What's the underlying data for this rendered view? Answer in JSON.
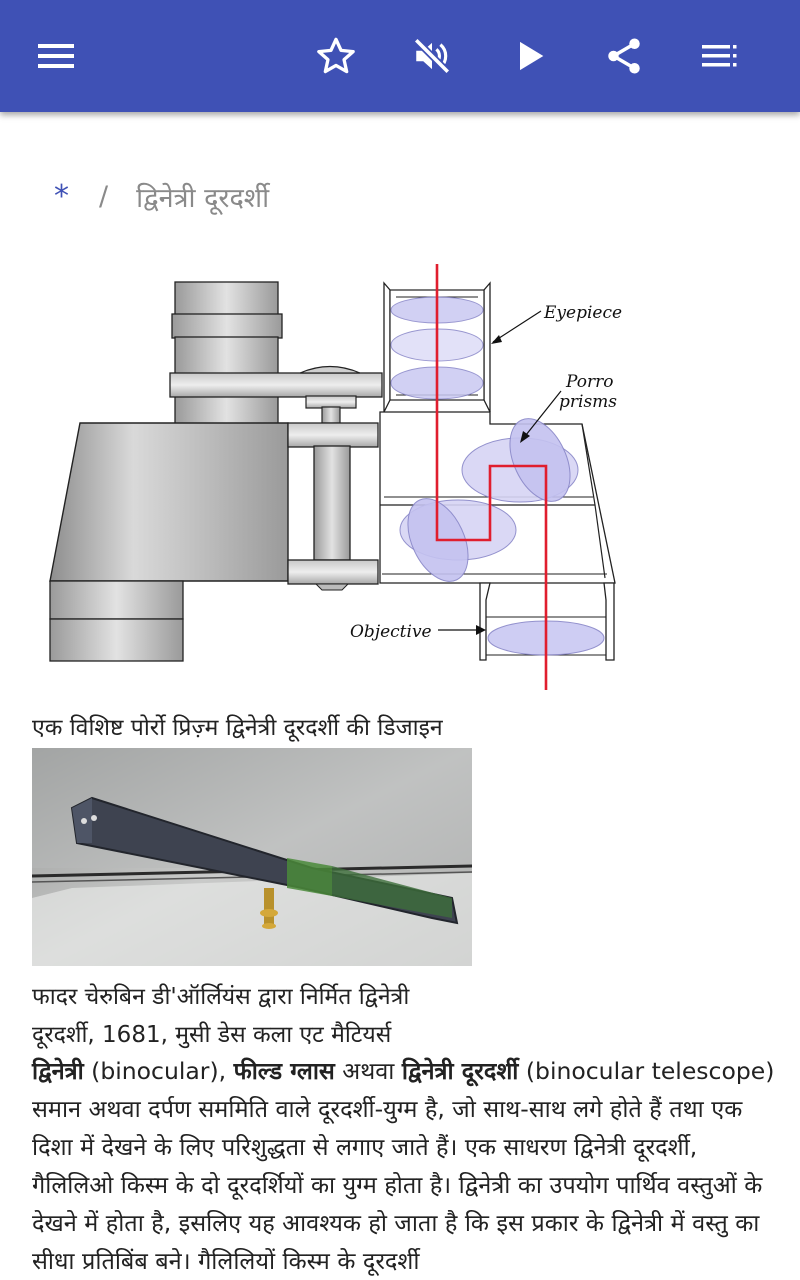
{
  "toolbar": {
    "icons": [
      "menu-icon",
      "star-icon",
      "volume-mute-icon",
      "play-icon",
      "share-icon",
      "list-icon"
    ],
    "background": "#3f51b5"
  },
  "breadcrumb": {
    "home": "*",
    "separator": "/",
    "current": "द्विनेत्री दूरदर्शी"
  },
  "figure1": {
    "labels": {
      "eyepiece": "Eyepiece",
      "porro_line1": "Porro",
      "porro_line2": "prisms",
      "objective": "Objective"
    },
    "caption": "एक विशिष्ट पोर्रो प्रिज़्म द्विनेत्री दूरदर्शी की डिजाइन"
  },
  "figure2": {
    "caption_line1": "फादर चेरुबिन डी'ऑर्लियंस द्वारा निर्मित द्विनेत्री",
    "caption_line2": "दूरदर्शी, 1681, मुसी डेस कला एट मैटियर्स"
  },
  "article": {
    "term1": "द्विनेत्री",
    "text1": " (binocular), ",
    "term2": "फील्ड ग्लास",
    "text2": " अथवा ",
    "term3": "द्विनेत्री दूरदर्शी",
    "text3": " (binocular telescope) समान अथवा दर्पण सममिति वाले दूरदर्शी-युग्म है, जो साथ-साथ लगे होते हैं तथा एक दिशा में देखने के लिए परिशुद्धता से लगाए जाते हैं। एक साधरण द्विनेत्री दूरदर्शी, गैलिलिओ किस्म के दो दूरदर्शियों का युग्म होता है। द्विनेत्री का उपयोग पार्थिव वस्तुओं के देखने में होता है, इसलिए यह आवश्यक हो जाता है कि इस प्रकार के द्विनेत्री में वस्तु का सीधा प्रतिबिंब बने। गैलिलियों किस्म के दूरदर्शी"
  }
}
